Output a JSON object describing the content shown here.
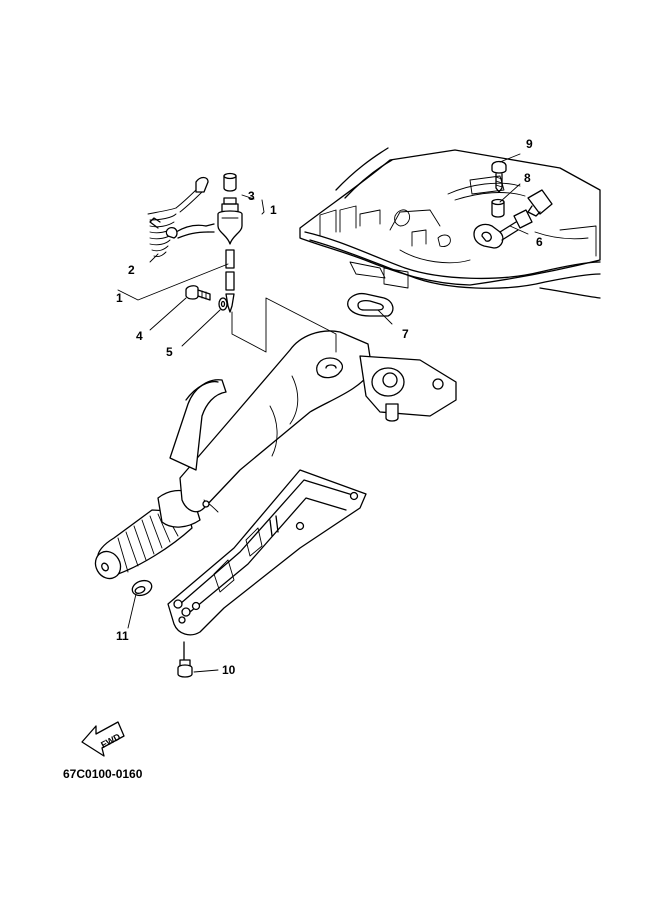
{
  "figure_code": "67C0100-0160",
  "direction_label": "FWD",
  "callouts": {
    "c1_upper": "1",
    "c1_lower": "1",
    "c2": "2",
    "c3": "3",
    "c4": "4",
    "c5": "5",
    "c6": "6",
    "c7": "7",
    "c8": "8",
    "c9": "9",
    "c10": "10",
    "c11": "11"
  }
}
